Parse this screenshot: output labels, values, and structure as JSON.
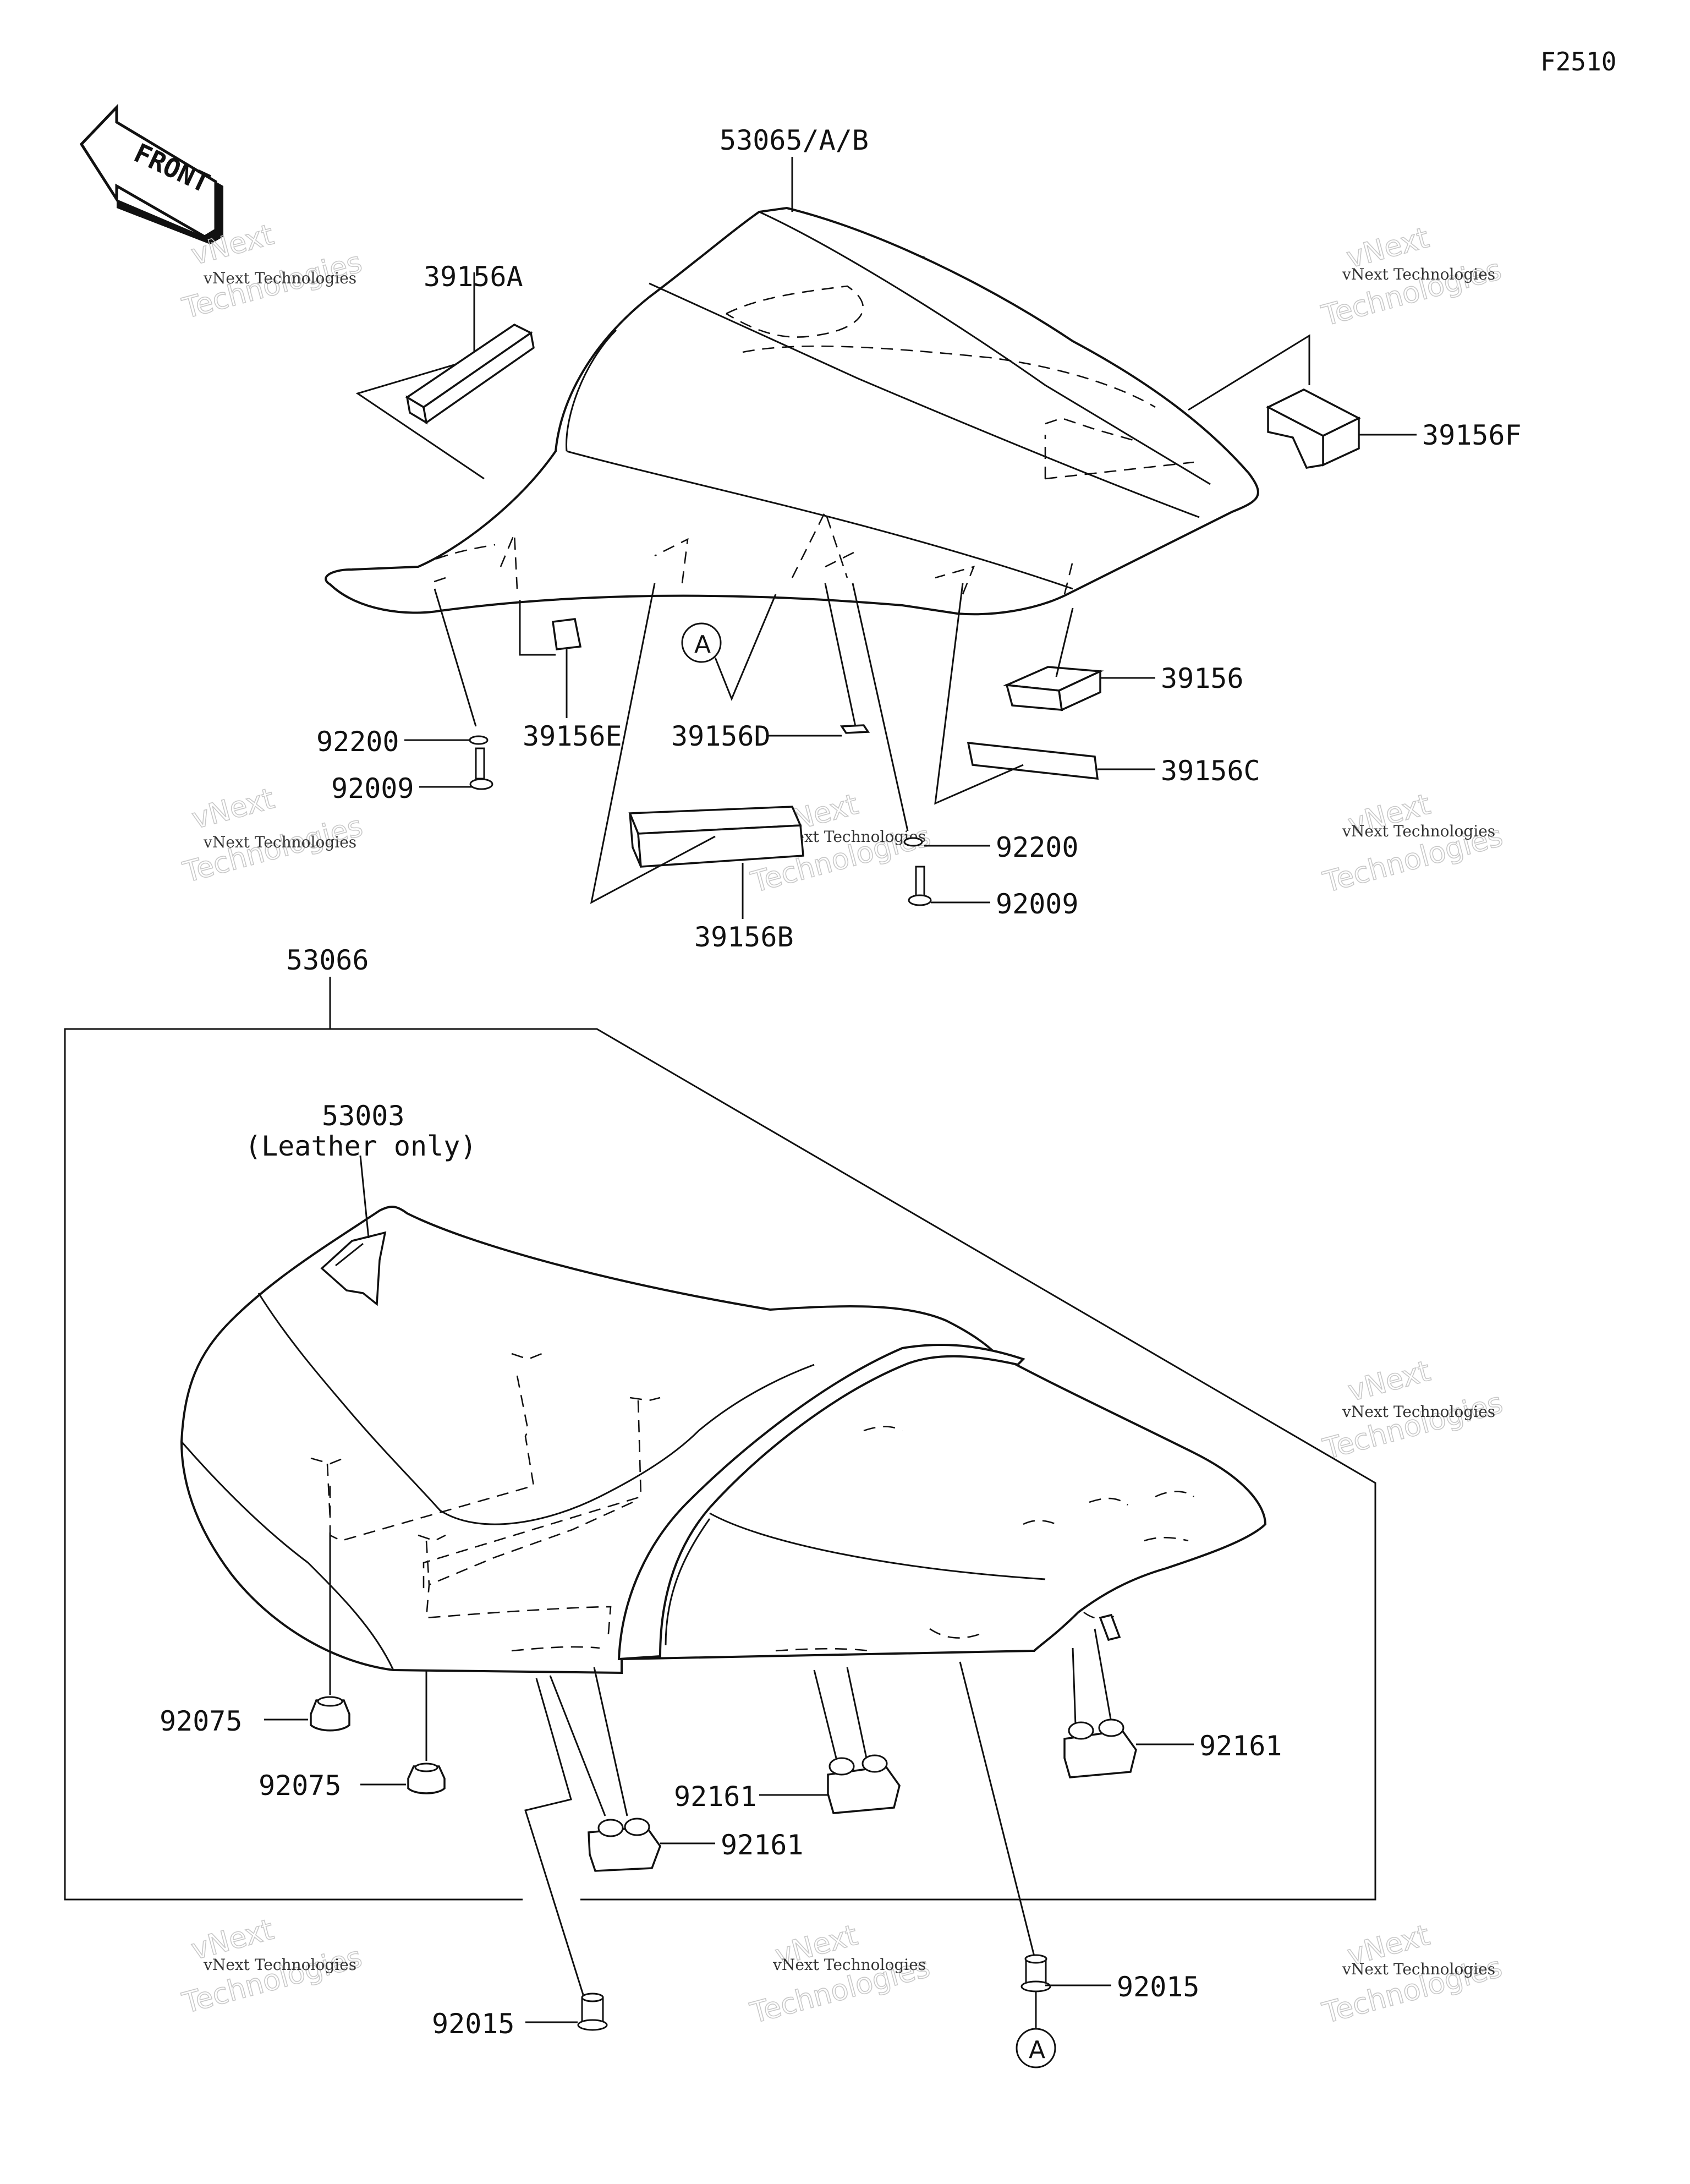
{
  "figure_id": "F2510",
  "front_arrow_label": "FRONT",
  "watermark": {
    "line1": "vNext Technologies",
    "line2": "vNext",
    "line3": "Technologies"
  },
  "parts": {
    "p53065": "53065/A/B",
    "p39156A": "39156A",
    "p39156F": "39156F",
    "p39156": "39156",
    "p39156C": "39156C",
    "p39156E": "39156E",
    "p39156D": "39156D",
    "p39156B": "39156B",
    "p92200_left": "92200",
    "p92009_left": "92009",
    "p92200_right": "92200",
    "p92009_right": "92009",
    "p53066": "53066",
    "p53003": "53003",
    "p53003_note": "(Leather only)",
    "p92075_upper": "92075",
    "p92075_lower": "92075",
    "p92161_right": "92161",
    "p92161_center": "92161",
    "p92161_left": "92161",
    "p92015_left": "92015",
    "p92015_right": "92015"
  },
  "ref_markers": {
    "a_upper": "A",
    "a_lower": "A"
  }
}
